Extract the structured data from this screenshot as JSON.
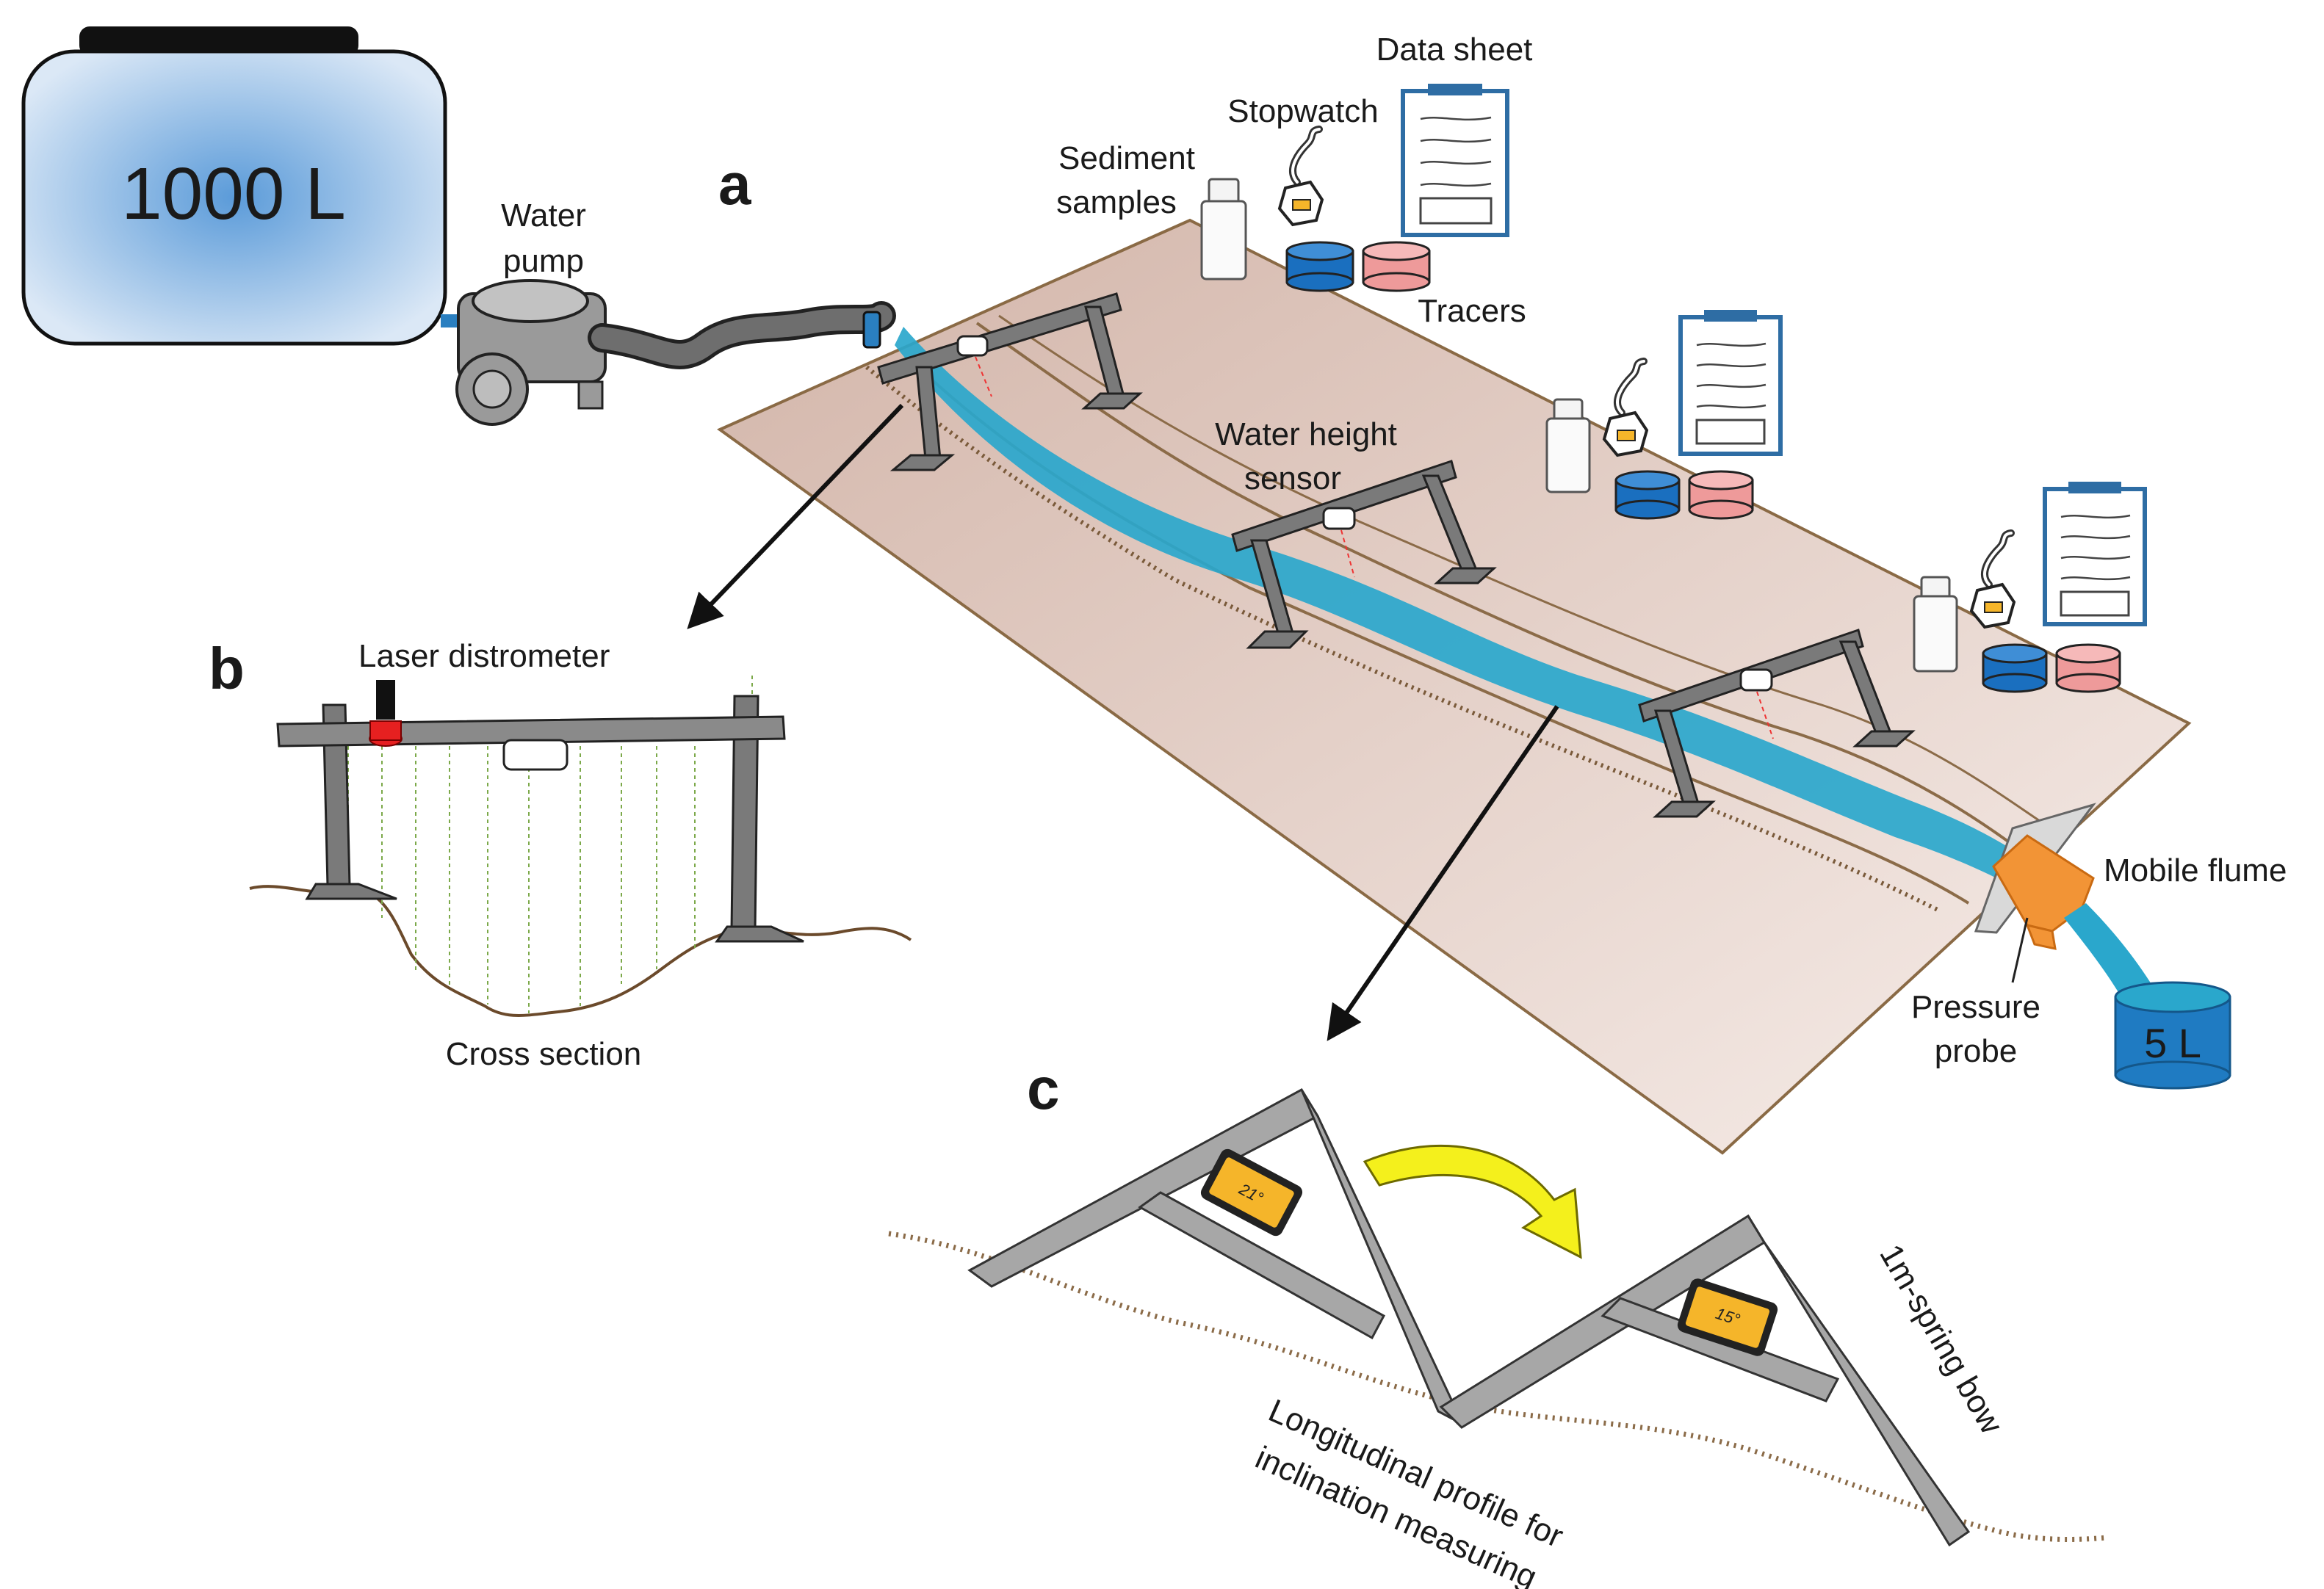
{
  "panels": {
    "a": "a",
    "b": "b",
    "c": "c"
  },
  "labels": {
    "tank": "1000 L",
    "pump_line1": "Water",
    "pump_line2": "pump",
    "sediment_line1": "Sediment",
    "sediment_line2": "samples",
    "stopwatch": "Stopwatch",
    "data_sheet": "Data sheet",
    "tracers": "Tracers",
    "sensor_line1": "Water height",
    "sensor_line2": "sensor",
    "laser": "Laser distrometer",
    "cross_section": "Cross section",
    "mobile_flume": "Mobile flume",
    "pressure_line1": "Pressure",
    "pressure_line2": "probe",
    "bucket": "5 L",
    "spring_bow": "1m-spring bow",
    "profile_line1": "Longitudinal profile for",
    "profile_line2": "inclination measuring",
    "inclinometer_1": "21°",
    "inclinometer_2": "15°"
  },
  "colors": {
    "water": "#2aa7cc",
    "plot": "#e7d3cb",
    "plot_border": "#8a6a45",
    "tank": "#bfd7f0",
    "tracer_blue": "#1a6fbf",
    "tracer_red": "#ee9a9a",
    "flume": "#f29436",
    "gauge": "#f5b52a",
    "clipboard": "#2e6da4",
    "arrow_yellow": "#f4f01c"
  }
}
